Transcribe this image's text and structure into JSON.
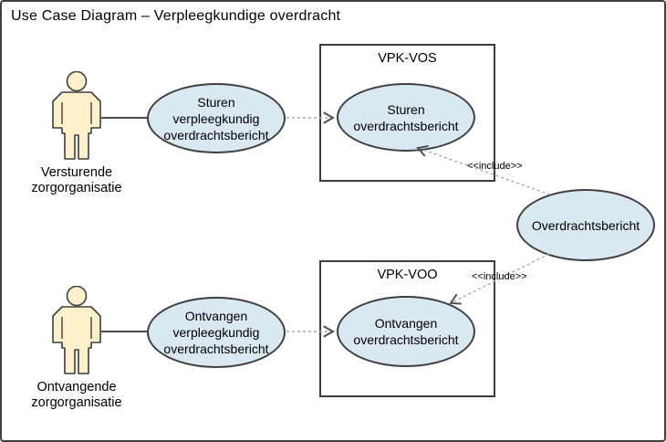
{
  "title": "Use Case Diagram – Verpleegkundige overdracht",
  "colors": {
    "usecase_fill": "#d9e8f1",
    "usecase_stroke": "#3f3f3f",
    "actor_fill": "#fdf0ca",
    "actor_stroke": "#3f3f3f",
    "connector_dashed": "#a9a9a9",
    "connector_solid": "#4a4a4a",
    "background": "#ffffff"
  },
  "actors": [
    {
      "id": "versturende",
      "label": "Versturende\nzorgorganisatie"
    },
    {
      "id": "ontvangende",
      "label": "Ontvangende\nzorgorganisatie"
    }
  ],
  "systems": [
    {
      "id": "vpk-vos",
      "label": "VPK-VOS"
    },
    {
      "id": "vpk-voo",
      "label": "VPK-VOO"
    }
  ],
  "usecases": [
    {
      "id": "sturen-verpleegkundig-overdrachtsbericht",
      "label": "Sturen\nverpleegkundig\noverdrachtsbericht"
    },
    {
      "id": "sturen-overdrachtsbericht",
      "label": "Sturen\noverdrachtsbericht"
    },
    {
      "id": "overdrachtsbericht",
      "label": "Overdrachtsbericht"
    },
    {
      "id": "ontvangen-overdrachtsbericht",
      "label": "Ontvangen\noverdrachtsbericht"
    },
    {
      "id": "ontvangen-verpleegkundig-overdrachtsbericht",
      "label": "Ontvangen\nverpleegkundig\noverdrachtsbericht"
    }
  ],
  "relations": {
    "include_label": "<<include>>"
  }
}
